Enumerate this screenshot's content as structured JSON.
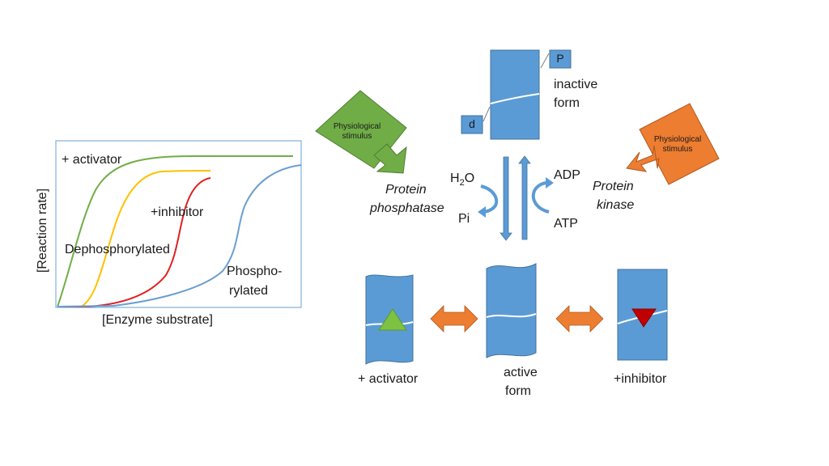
{
  "graph": {
    "ylabel": "[Reaction rate]",
    "xlabel": "[Enzyme substrate]",
    "curve_labels": {
      "activator": "+ activator",
      "inhibitor": "+inhibitor",
      "dephosphorylated": "Dephosphorylated",
      "phospho_line1": "Phospho-",
      "phospho_line2": "rylated"
    },
    "colors": {
      "activator": "#70ad47",
      "dephosphorylated": "#ffc000",
      "inhibitor": "#e02020",
      "phosphorylated": "#6a9fd0",
      "frame": "#7fb0d8"
    }
  },
  "diagram": {
    "inactive_form": {
      "line1": "inactive",
      "line2": "form"
    },
    "p_box": "P",
    "d_box": "d",
    "stimulus_left": "Physiological stimulus",
    "stimulus_right": "Physiological stimulus",
    "phosphatase": {
      "line1": "Protein",
      "line2": "phosphatase"
    },
    "kinase": {
      "line1": "Protein",
      "line2": "kinase"
    },
    "h2o": "H",
    "h2o_sub": "2",
    "h2o_end": "O",
    "pi": "Pi",
    "adp": "ADP",
    "atp": "ATP",
    "activator_label": "+ activator",
    "active_form": {
      "line1": "active",
      "line2": "form"
    },
    "inhibitor_label": "+inhibitor",
    "colors": {
      "enzyme": "#5b9bd5",
      "enzyme_border": "#41719c",
      "green_stimulus": "#70ad47",
      "orange_stimulus": "#ed7d31",
      "triangle": "#7dc242",
      "inhibitor_triangle": "#c00000"
    }
  }
}
